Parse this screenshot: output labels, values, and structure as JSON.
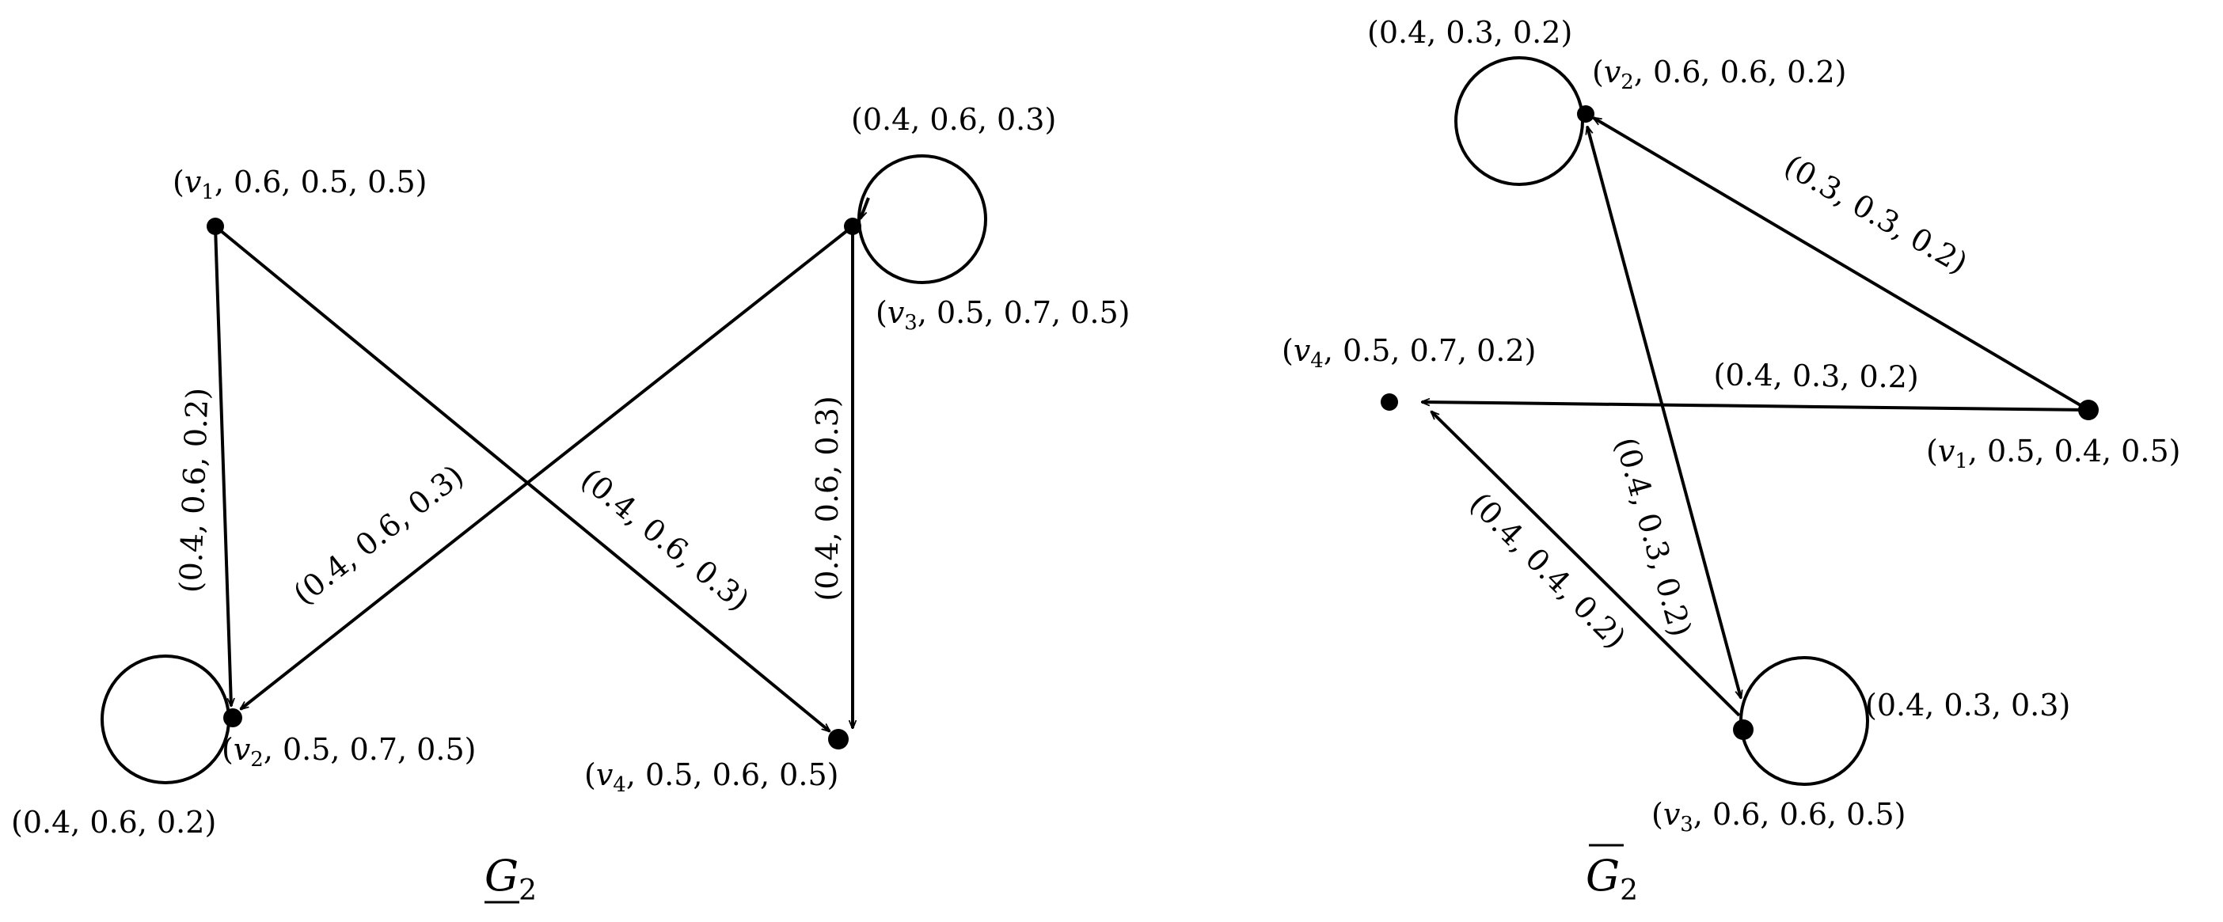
{
  "graphs": [
    {
      "id": "lower",
      "caption": {
        "letter": "G",
        "sub": "2"
      },
      "nodes": [
        {
          "id": "v1",
          "name": "v",
          "idx": "1",
          "vals": ", 0.6, 0.5, 0.5)"
        },
        {
          "id": "v2",
          "name": "v",
          "idx": "2",
          "vals": ", 0.5, 0.7, 0.5)"
        },
        {
          "id": "v3",
          "name": "v",
          "idx": "3",
          "vals": ", 0.5, 0.7, 0.5)"
        },
        {
          "id": "v4",
          "name": "v",
          "idx": "4",
          "vals": ", 0.5, 0.6, 0.5)"
        }
      ],
      "edges": [
        {
          "from": "v1",
          "to": "v2",
          "label": "(0.4, 0.6, 0.2)"
        },
        {
          "from": "v3",
          "to": "v2",
          "label": "(0.4, 0.6, 0.3)"
        },
        {
          "from": "v1",
          "to": "v4",
          "label": "(0.4, 0.6, 0.3)"
        },
        {
          "from": "v3",
          "to": "v4",
          "label": "(0.4, 0.6, 0.3)"
        }
      ],
      "loops": [
        {
          "node": "v2",
          "label": "(0.4, 0.6, 0.2)"
        },
        {
          "node": "v3",
          "label": "(0.4, 0.6, 0.3)"
        }
      ]
    },
    {
      "id": "upper",
      "caption": {
        "letter": "G",
        "sub": "2"
      },
      "nodes": [
        {
          "id": "v1",
          "name": "v",
          "idx": "1",
          "vals": ", 0.5, 0.4, 0.5)"
        },
        {
          "id": "v2",
          "name": "v",
          "idx": "2",
          "vals": ", 0.6, 0.6, 0.2)"
        },
        {
          "id": "v3",
          "name": "v",
          "idx": "3",
          "vals": ", 0.6, 0.6, 0.5)"
        },
        {
          "id": "v4",
          "name": "v",
          "idx": "4",
          "vals": ", 0.5, 0.7, 0.2)"
        }
      ],
      "edges": [
        {
          "from": "v1",
          "to": "v2",
          "label": "(0.3, 0.3, 0.2)"
        },
        {
          "from": "v1",
          "to": "v4",
          "label": "(0.4, 0.3, 0.2)"
        },
        {
          "from": "v2",
          "to": "v3",
          "label": "(0.4, 0.3, 0.2)",
          "bidirectional": true
        },
        {
          "from": "v3",
          "to": "v4",
          "label": "(0.4, 0.4, 0.2)"
        }
      ],
      "loops": [
        {
          "node": "v2",
          "label": "(0.4, 0.3, 0.2)"
        },
        {
          "node": "v3",
          "label": "(0.4, 0.3, 0.3)"
        }
      ]
    }
  ]
}
